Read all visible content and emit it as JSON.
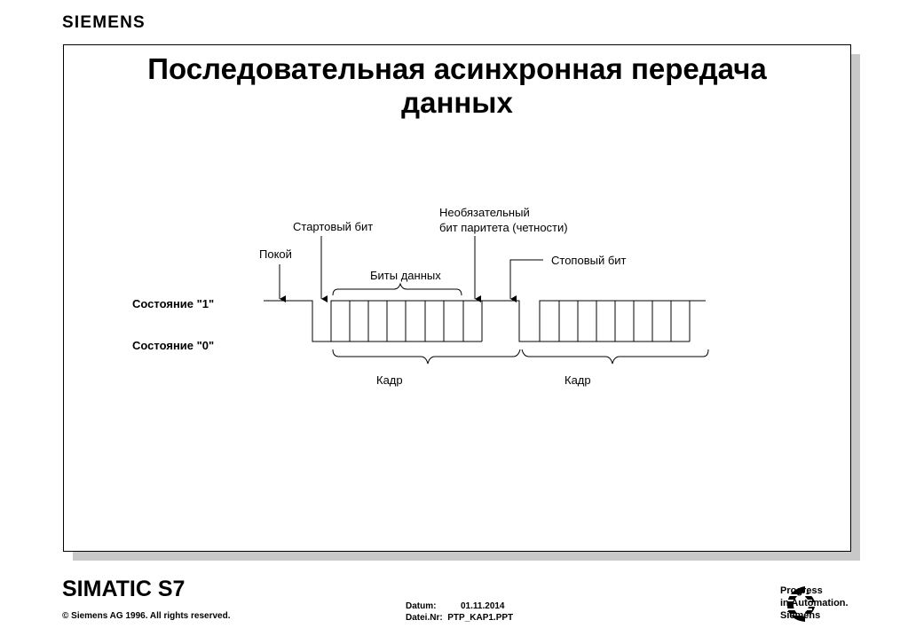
{
  "header": {
    "logo": "SIEMENS"
  },
  "slide": {
    "title_line1": "Последовательная асинхронная передача",
    "title_line2": "данных"
  },
  "diagram": {
    "state_high": "Состояние \"1\"",
    "state_low": "Состояние \"0\"",
    "idle": "Покой",
    "start_bit": "Стартовый бит",
    "parity_line1": "Необязательный",
    "parity_line2": "бит паритета (четности)",
    "data_bits": "Биты данных",
    "stop_bit": "Стоповый бит",
    "frame_label": "Кадр",
    "frames": [
      {
        "label": "Кадр"
      },
      {
        "label": "Кадр"
      }
    ]
  },
  "footer": {
    "product": "SIMATIC S7",
    "copyright": "© Siemens AG 1996. All rights reserved.",
    "datum_label": "Datum:",
    "datum_value": "01.11.2014",
    "file_label": "Datei.Nr:",
    "file_value": "PTP_KAP1.PPT",
    "brand_line1": "Progress",
    "brand_line2": "in Automation.",
    "brand_line3": "Siemens"
  }
}
